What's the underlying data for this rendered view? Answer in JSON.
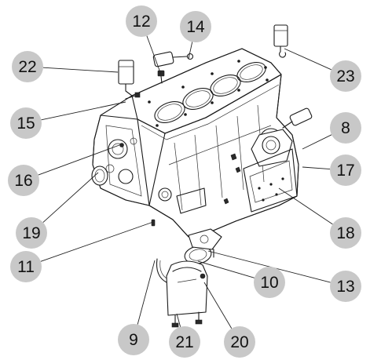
{
  "diagram": {
    "callouts": [
      {
        "id": "c12",
        "label": "12",
        "bubble": [
          180,
          27
        ],
        "target": [
          205,
          95
        ]
      },
      {
        "id": "c14",
        "label": "14",
        "bubble": [
          249,
          34
        ],
        "target": [
          240,
          75
        ]
      },
      {
        "id": "c22",
        "label": "22",
        "bubble": [
          35,
          85
        ],
        "target": [
          150,
          92
        ]
      },
      {
        "id": "c23",
        "label": "23",
        "bubble": [
          440,
          97
        ],
        "target": [
          362,
          62
        ]
      },
      {
        "id": "c15",
        "label": "15",
        "bubble": [
          33,
          157
        ],
        "target": [
          160,
          130
        ]
      },
      {
        "id": "c8",
        "label": "8",
        "bubble": [
          440,
          163
        ],
        "target": [
          385,
          190
        ]
      },
      {
        "id": "c16",
        "label": "16",
        "bubble": [
          30,
          230
        ],
        "target": [
          152,
          185
        ]
      },
      {
        "id": "c17",
        "label": "17",
        "bubble": [
          440,
          217
        ],
        "target": [
          385,
          213
        ]
      },
      {
        "id": "c19",
        "label": "19",
        "bubble": [
          40,
          297
        ],
        "target": [
          125,
          220
        ]
      },
      {
        "id": "c18",
        "label": "18",
        "bubble": [
          440,
          297
        ],
        "target": [
          355,
          240
        ]
      },
      {
        "id": "c11",
        "label": "11",
        "bubble": [
          33,
          340
        ],
        "target": [
          195,
          283
        ]
      },
      {
        "id": "c10",
        "label": "10",
        "bubble": [
          343,
          360
        ],
        "target": [
          252,
          333
        ]
      },
      {
        "id": "c13",
        "label": "13",
        "bubble": [
          440,
          365
        ],
        "target": [
          265,
          320
        ]
      },
      {
        "id": "c9",
        "label": "9",
        "bubble": [
          170,
          433
        ],
        "target": [
          197,
          332
        ]
      },
      {
        "id": "c21",
        "label": "21",
        "bubble": [
          235,
          436
        ],
        "target": [
          225,
          400
        ]
      },
      {
        "id": "c20",
        "label": "20",
        "bubble": [
          305,
          436
        ],
        "target": [
          260,
          360
        ]
      }
    ],
    "colors": {
      "bubble": "#c8c8c8",
      "ink": "#1a1a1a",
      "background": "#ffffff"
    }
  }
}
